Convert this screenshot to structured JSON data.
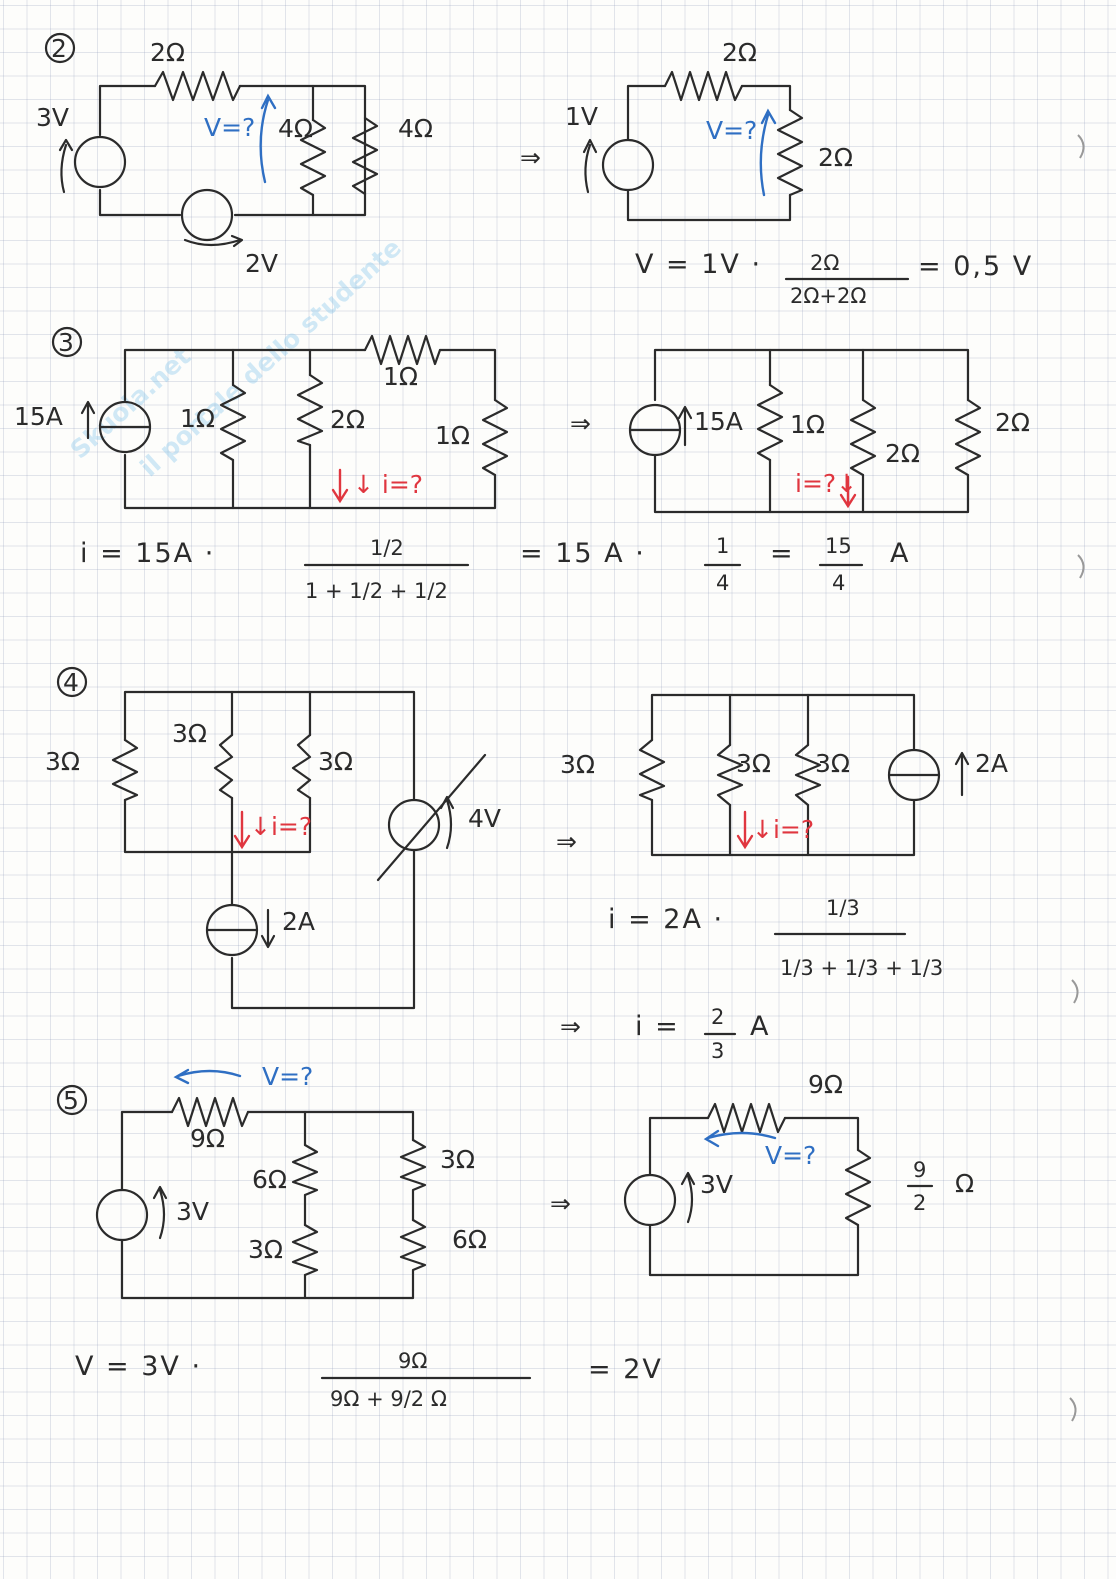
{
  "watermark": {
    "brand": "Skuola.net",
    "tagline": "il portale dello studente"
  },
  "ex2": {
    "num": "2",
    "left": {
      "r_top": "2Ω",
      "src_v": "3V",
      "q": "V=?",
      "r_a": "4Ω",
      "r_b": "4Ω",
      "src2": "2V"
    },
    "arrow": "⇒",
    "right": {
      "r_top": "2Ω",
      "src_v": "1V",
      "q": "V=?",
      "r": "2Ω"
    },
    "formula": {
      "lhs": "V = 1V ·",
      "num": "2Ω",
      "den": "2Ω+2Ω",
      "rhs": "= 0,5 V"
    }
  },
  "ex3": {
    "num": "3",
    "left": {
      "src": "15A",
      "r1": "1Ω",
      "r2": "2Ω",
      "r_top": "1Ω",
      "r3": "1Ω",
      "q": "↓ i=?"
    },
    "arrow": "⇒",
    "right": {
      "src": "15A",
      "r1": "1Ω",
      "r2": "2Ω",
      "r3": "2Ω",
      "q": "i=?↓"
    },
    "formula": {
      "lhs": "i = 15A ·",
      "num": "1/2",
      "den": "1 + 1/2 + 1/2",
      "mid": "= 15 A ·",
      "num2": "1",
      "den2": "4",
      "eq": "=",
      "num3": "15",
      "den3": "4",
      "unit": "A"
    }
  },
  "ex4": {
    "num": "4",
    "left": {
      "r1": "3Ω",
      "r2": "3Ω",
      "r3": "3Ω",
      "q": "↓i=?",
      "vsrc": "4V",
      "isrc": "2A"
    },
    "arrow": "⇒",
    "right": {
      "r1": "3Ω",
      "r2": "3Ω",
      "r3": "3Ω",
      "isrc": "2A",
      "q": "↓i=?"
    },
    "formula": {
      "lhs": "i = 2A ·",
      "num": "1/3",
      "den": "1/3 + 1/3 + 1/3",
      "arrow2": "⇒",
      "res": "i =",
      "rnum": "2",
      "rden": "3",
      "unit": "A"
    }
  },
  "ex5": {
    "num": "5",
    "left": {
      "q": "V=?",
      "r_top": "9Ω",
      "r1": "6Ω",
      "r2": "3Ω",
      "r3": "3Ω",
      "r4": "6Ω",
      "src": "3V"
    },
    "arrow": "⇒",
    "right": {
      "r_top": "9Ω",
      "q": "V=?",
      "src": "3V",
      "rnum": "9",
      "rden": "2",
      "r_unit": "Ω"
    },
    "formula": {
      "lhs": "V = 3V ·",
      "num": "9Ω",
      "den": "9Ω + 9/2 Ω",
      "rhs": "= 2V"
    }
  }
}
